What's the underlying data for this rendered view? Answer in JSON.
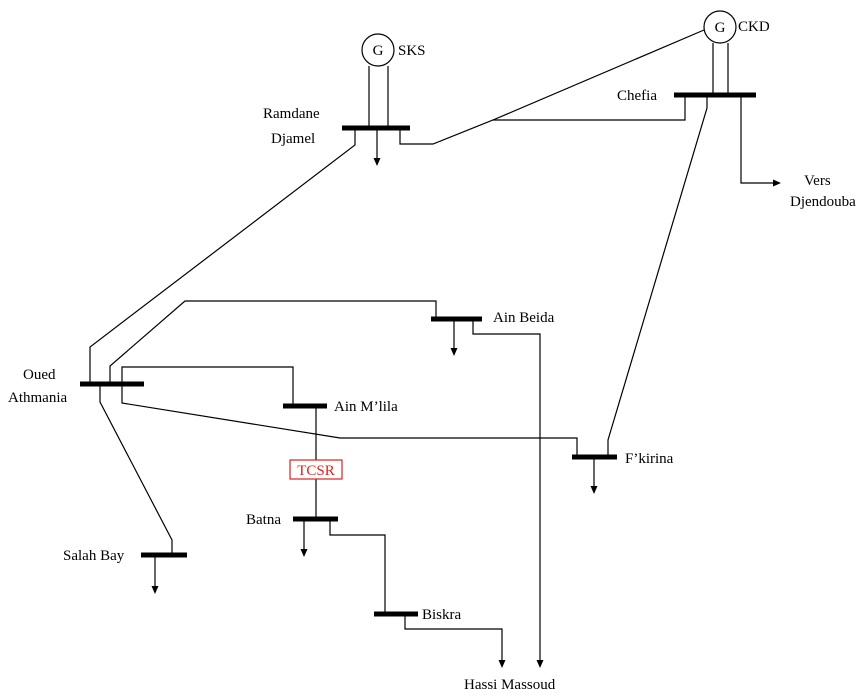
{
  "generators": {
    "sks": {
      "symbol": "G",
      "label": "SKS"
    },
    "ckd": {
      "symbol": "G",
      "label": "CKD"
    }
  },
  "buses": {
    "ramdane_djamel": {
      "line1": "Ramdane",
      "line2": "Djamel"
    },
    "chefia": {
      "label": "Chefia"
    },
    "ain_beida": {
      "label": "Ain Beida"
    },
    "oued_athmania": {
      "line1": "Oued",
      "line2": "Athmania"
    },
    "ain_mlila": {
      "label": "Ain M’lila"
    },
    "fkirina": {
      "label": "F’kirina"
    },
    "batna": {
      "label": "Batna"
    },
    "salah_bay": {
      "label": "Salah Bay"
    },
    "biskra": {
      "label": "Biskra"
    }
  },
  "external": {
    "vers_djendouba": {
      "line1": "Vers",
      "line2": "Djendouba"
    },
    "hassi_massoud": {
      "label": "Hassi Massoud"
    }
  },
  "device": {
    "tcsr": "TCSR"
  },
  "colors": {
    "line": "#000000",
    "tcsr": "#e02020"
  }
}
